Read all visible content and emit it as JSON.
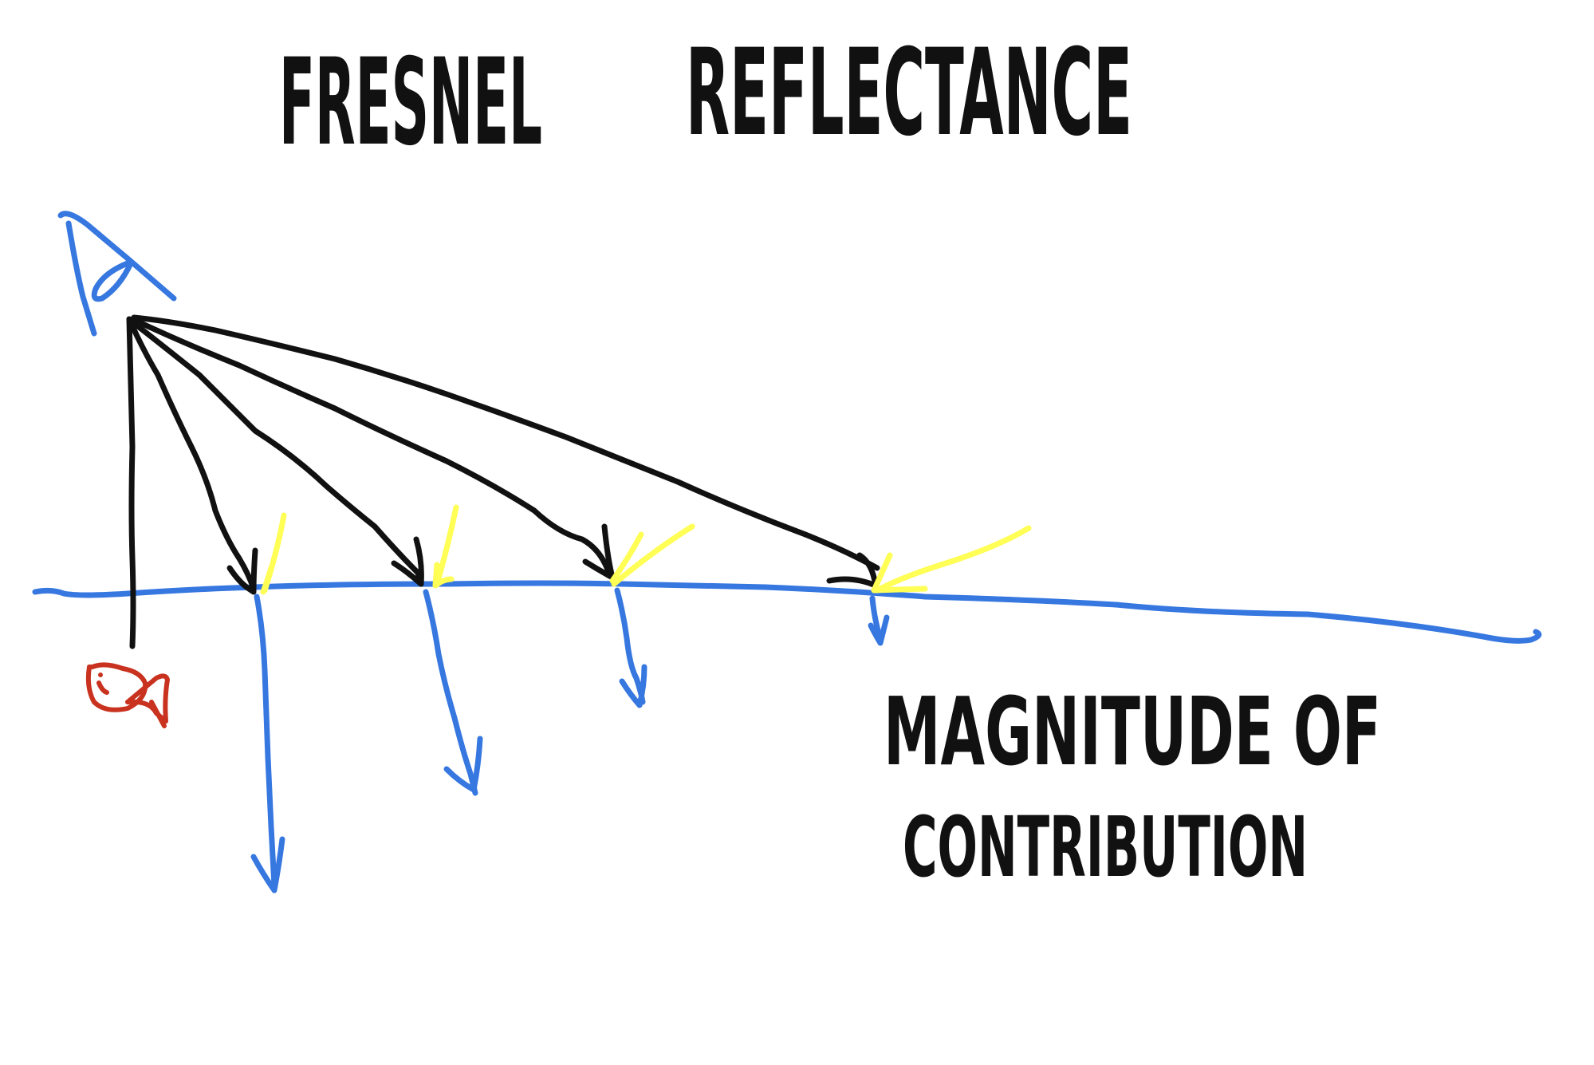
{
  "title": {
    "word1": "FRESNEL",
    "word2": "REFLECTANCE"
  },
  "caption": {
    "line1": "MAGNITUDE OF",
    "line2": "CONTRIBUTION"
  },
  "colors": {
    "ink": "#111111",
    "water": "#3677e0",
    "light": "#ffff55",
    "fish": "#c8321e"
  },
  "icons": [
    "eye-icon",
    "fish-icon"
  ]
}
